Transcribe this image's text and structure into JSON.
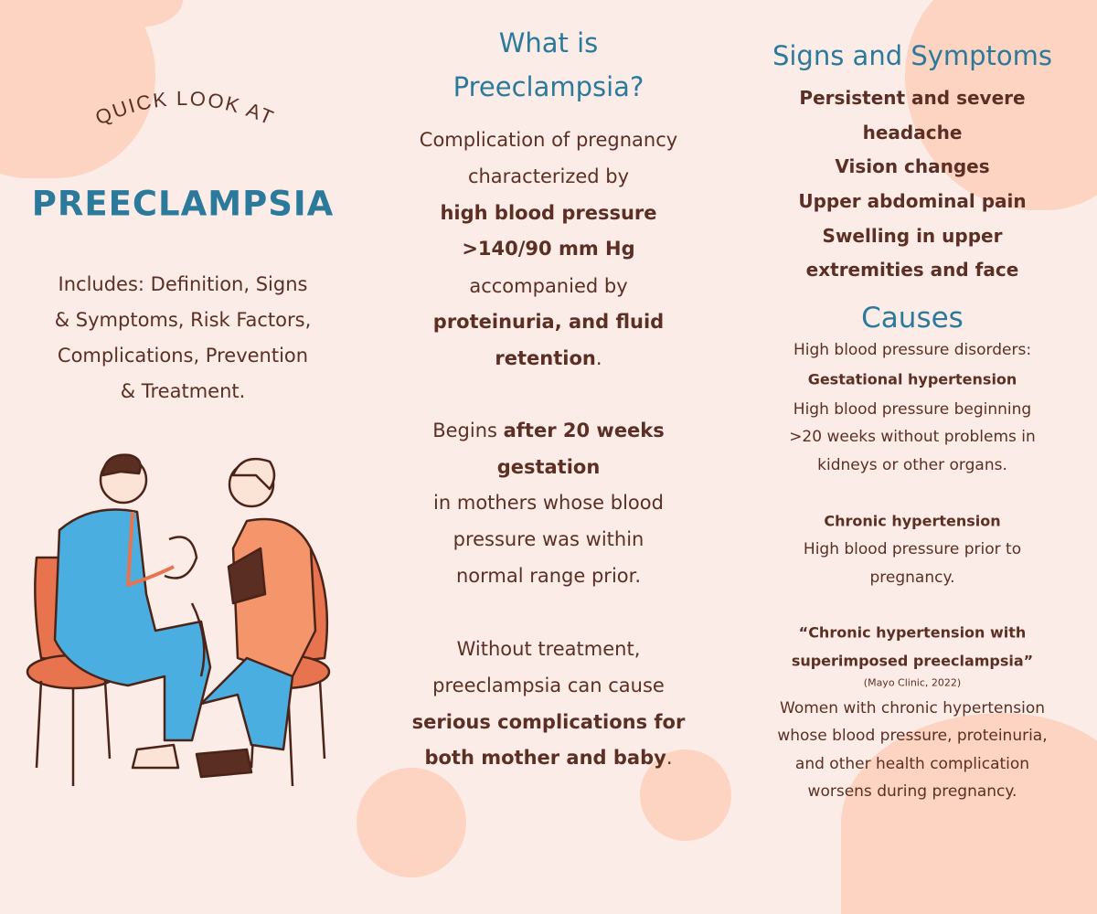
{
  "colors": {
    "background": "#fcece7",
    "accent_blue": "#2b7a9b",
    "text_brown": "#5b2f24",
    "blob": "#fdd3c1"
  },
  "left": {
    "kicker": "QUICK LOOK AT",
    "title": "PREECLAMPSIA",
    "includes": [
      "Includes: Definition, Signs",
      "& Symptoms, Risk Factors,",
      "Complications, Prevention",
      "& Treatment."
    ]
  },
  "middle": {
    "title": [
      "What is",
      "Preeclampsia?"
    ],
    "p1": [
      "Complication of pregnancy",
      "characterized by",
      "high blood pressure",
      ">140/90 mm Hg",
      "accompanied by",
      "proteinuria, and fluid",
      "retention",
      "."
    ],
    "p2": [
      "Begins ",
      "after 20 weeks",
      "gestation",
      "in mothers whose blood",
      "pressure was within",
      "normal range prior."
    ],
    "p3": [
      "Without treatment,",
      "preeclampsia can cause",
      "serious complications for",
      "both mother and baby",
      "."
    ]
  },
  "right": {
    "signs_title": "Signs and Symptoms",
    "signs": [
      "Persistent and severe",
      "headache",
      "Vision changes",
      "Upper abdominal pain",
      "Swelling in upper",
      "extremities and face"
    ],
    "causes_title": "Causes",
    "causes_intro": "High blood pressure disorders:",
    "gest_title": "Gestational hypertension",
    "gest_text": [
      "High blood pressure beginning",
      ">20 weeks without problems in",
      "kidneys or other organs."
    ],
    "chronic_title": "Chronic hypertension",
    "chronic_text": [
      "High blood pressure prior to",
      "pregnancy."
    ],
    "super_title": [
      "“Chronic hypertension with",
      "superimposed preeclampsia”"
    ],
    "citation": "(Mayo Clinic, 2022)",
    "super_text": [
      "Women with chronic hypertension",
      "whose blood pressure, proteinuria,",
      "and other health complication",
      "worsens during pregnancy."
    ]
  }
}
